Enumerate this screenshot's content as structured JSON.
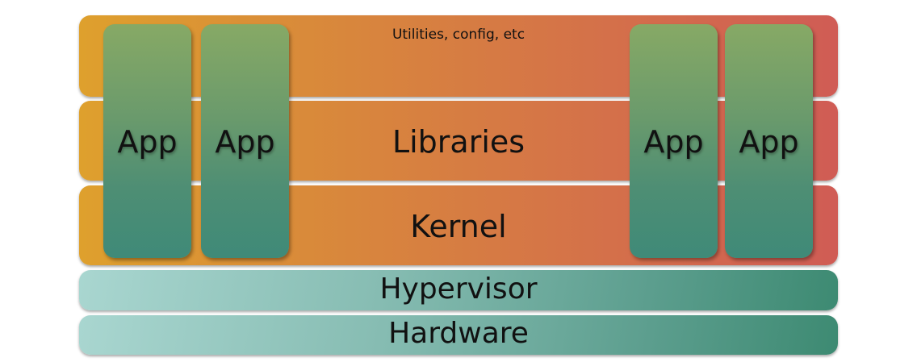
{
  "layers": {
    "utilities": "Utilities, config, etc",
    "libraries": "Libraries",
    "kernel": "Kernel",
    "hypervisor": "Hypervisor",
    "hardware": "Hardware"
  },
  "apps": [
    "App",
    "App",
    "App",
    "App"
  ],
  "colors": {
    "os_layer_start": "#dea02d",
    "os_layer_end": "#d05c55",
    "app_top": "#87a965",
    "app_bottom": "#3f8a78",
    "hw_layer_start": "#a9d6d0",
    "hw_layer_end": "#3d8a72"
  }
}
